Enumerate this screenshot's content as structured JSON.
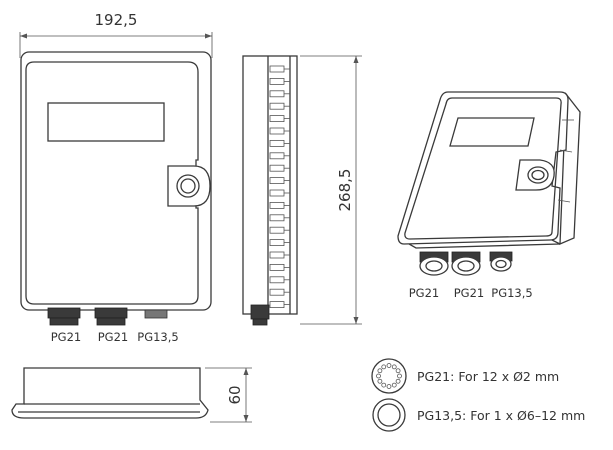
{
  "dimensions": {
    "width": "192,5",
    "height": "268,5",
    "depth": "60"
  },
  "front_view": {
    "glands": [
      "PG21",
      "PG21",
      "PG13,5"
    ]
  },
  "iso_view": {
    "glands": [
      "PG21",
      "PG21",
      "PG13,5"
    ]
  },
  "legend": [
    {
      "icon": "pg21-gland-icon",
      "text": "PG21: For 12 x Ø2 mm"
    },
    {
      "icon": "pg13-gland-icon",
      "text": "PG13,5: For 1 x Ø6–12 mm"
    }
  ]
}
